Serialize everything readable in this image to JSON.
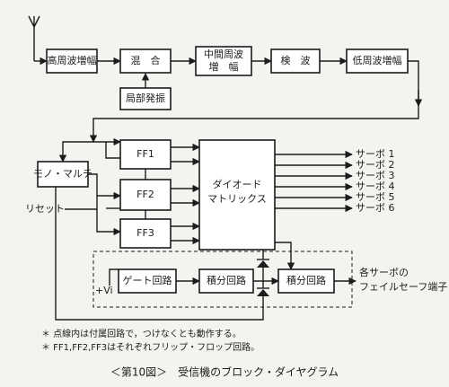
{
  "blocks": {
    "rf_amp": "高周波増幅",
    "mixer": "混　合",
    "if_amp": [
      "中間周波",
      "増　幅"
    ],
    "detector": "検　波",
    "af_amp": "低周波増幅",
    "local_osc": "局部発振",
    "mono_multi": "モノ・マルチ",
    "ff1": "FF1",
    "ff2": "FF2",
    "ff3": "FF3",
    "diode_matrix": [
      "ダイオード",
      "マトリックス"
    ],
    "gate": "ゲート回路",
    "integ1": "積分回路",
    "integ2": "積分回路"
  },
  "labels": {
    "reset": "リセット",
    "vi": "+Vi",
    "failsafe": [
      "各サーボの",
      "フェイルセーフ端子"
    ]
  },
  "servos": [
    "サーボ 1",
    "サーボ 2",
    "サーボ 3",
    "サーボ 4",
    "サーボ 5",
    "サーボ 6"
  ],
  "notes": [
    "＊ 点線内は付属回路で，つけなくとも動作する。",
    "＊ FF1,FF2,FF3はそれぞれフリップ・フロップ回路。"
  ],
  "caption": "＜第10図＞　受信機のブロック・ダイヤグラム"
}
